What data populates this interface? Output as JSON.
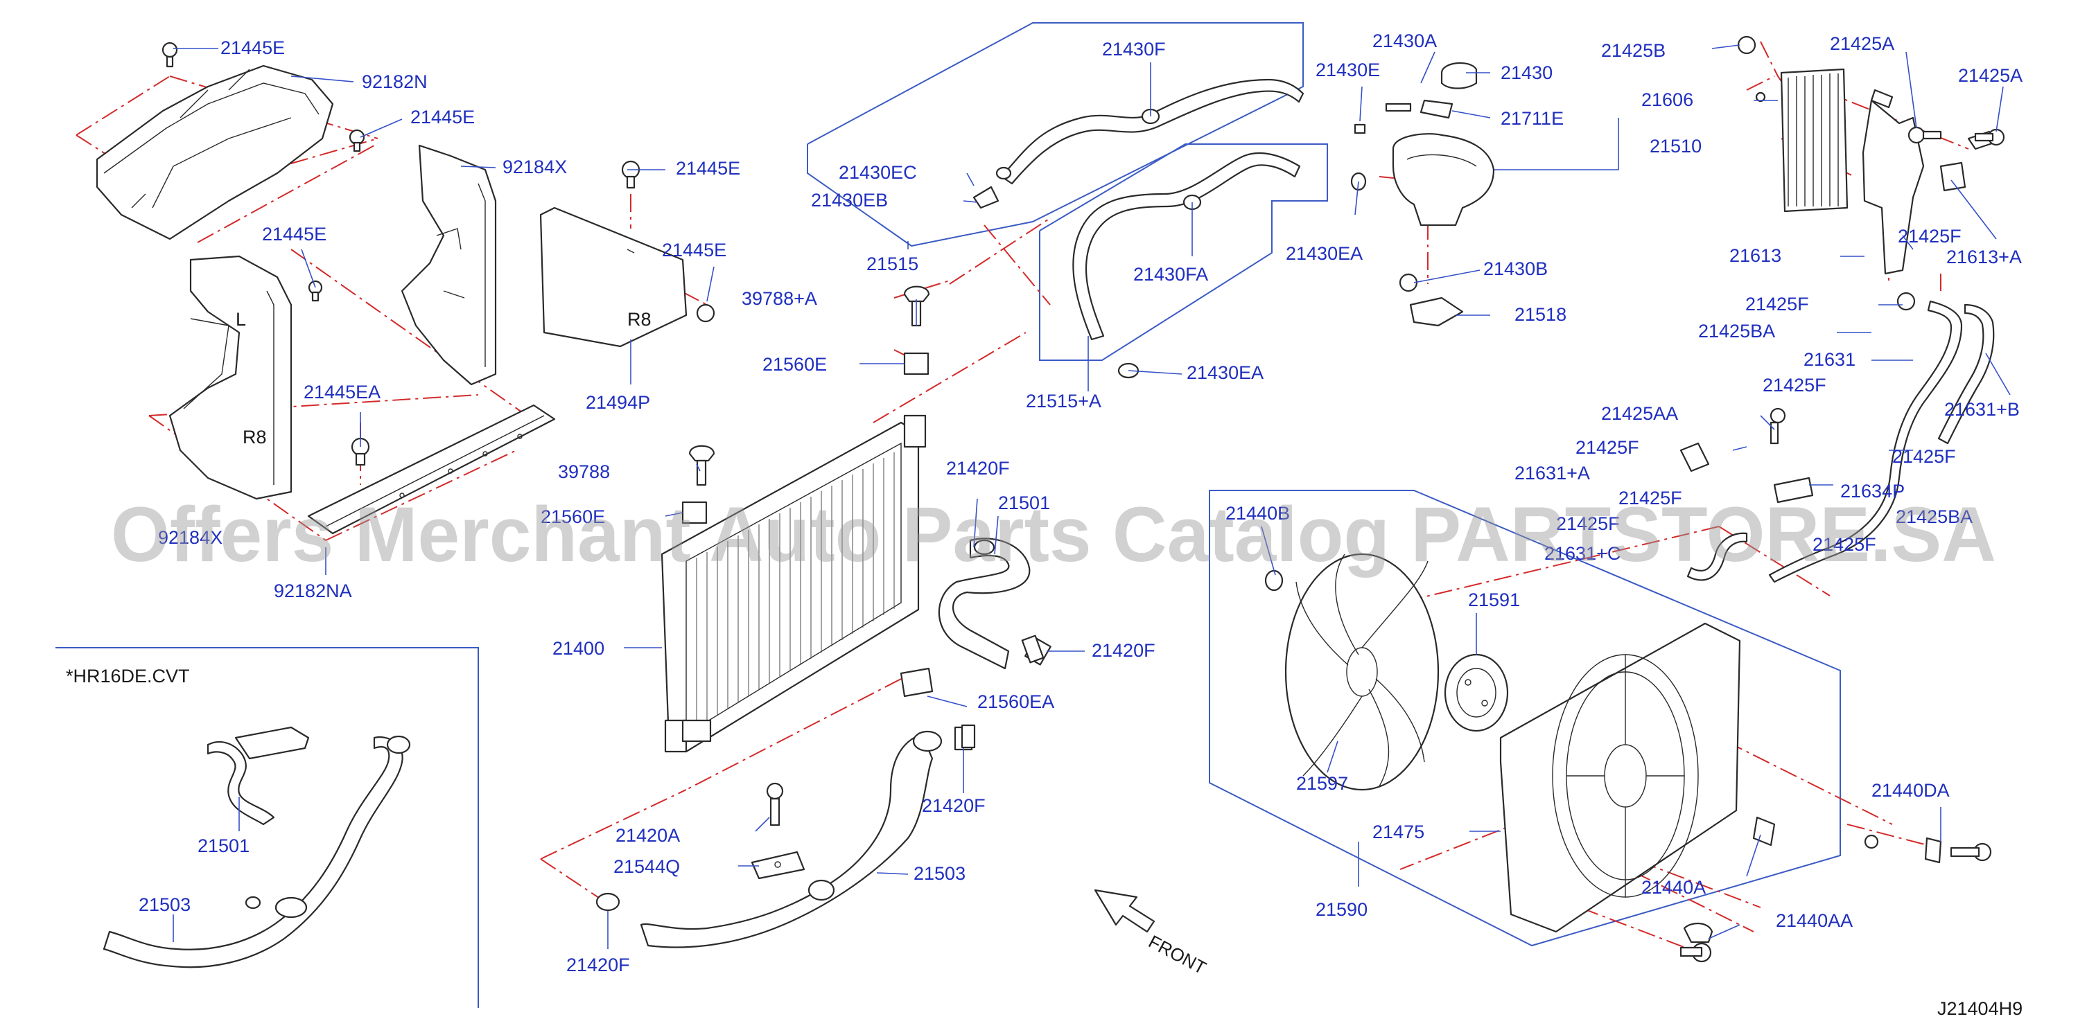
{
  "diagram_code": "J21404H9",
  "variant_note": "*HR16DE.CVT",
  "direction_label": "FRONT",
  "watermark": "Offers Merchant Auto Parts Catalog PARTSTORE.SA",
  "labels": {
    "l01": "21445E",
    "l02": "92182N",
    "l03": "21445E",
    "l04": "92184X",
    "l05": "21445E",
    "l06": "21445E",
    "l07": "21445E",
    "l08": "21494P",
    "l09": "21445EA",
    "l10": "92184X",
    "l11": "92182NA",
    "l12": "21430F",
    "l13": "21430EC",
    "l14": "21430EB",
    "l15": "21515",
    "l16": "39788+A",
    "l17": "21560E",
    "l18": "39788",
    "l19": "21560E",
    "l20": "21400",
    "l21": "21420F",
    "l22": "21501",
    "l23": "21420F",
    "l24": "21560EA",
    "l25": "21420A",
    "l26": "21544Q",
    "l27": "21503",
    "l28": "21420F",
    "l29": "21420F",
    "l30": "21430FA",
    "l31": "21515+A",
    "l32": "21430EA",
    "l33": "21430EA",
    "l34": "21430E",
    "l35": "21430A",
    "l36": "21430",
    "l37": "21711E",
    "l38": "21510",
    "l39": "21430B",
    "l40": "21518",
    "l41": "21425B",
    "l42": "21425A",
    "l43": "21425A",
    "l44": "21606",
    "l45": "21613",
    "l46": "21425F",
    "l47": "21613+A",
    "l48": "21425F",
    "l49": "21425BA",
    "l50": "21631",
    "l51": "21425F",
    "l52": "21631+B",
    "l53": "21425AA",
    "l54": "21425F",
    "l55": "21425F",
    "l56": "21631+A",
    "l57": "21634P",
    "l58": "21425F",
    "l59": "21425F",
    "l60": "21425BA",
    "l61": "21631+C",
    "l62": "21425F",
    "l63": "21440B",
    "l64": "21591",
    "l65": "21597",
    "l66": "21475",
    "l67": "21590",
    "l68": "21440DA",
    "l69": "21440A",
    "l70": "21440AA",
    "l71": "21501",
    "l72": "21503"
  }
}
